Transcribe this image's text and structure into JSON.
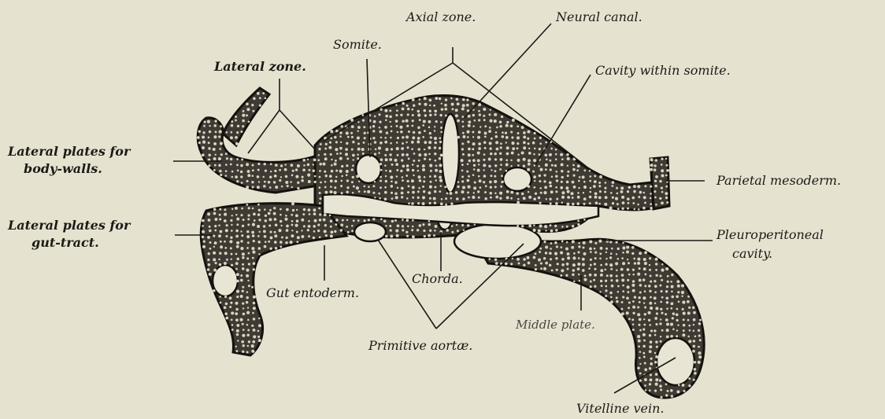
{
  "figure": {
    "background": "#e6e2d0",
    "ink": "#1c1a16",
    "labels": {
      "axial_zone": "Axial zone.",
      "neural_canal": "Neural canal.",
      "somite": "Somite.",
      "lateral_zone": "Lateral zone.",
      "cavity_within_somite": "Cavity within somite.",
      "lateral_plates_body_walls_1": "Lateral plates for",
      "lateral_plates_body_walls_2": "body-walls.",
      "parietal_mesoderm": "Parietal mesoderm.",
      "lateral_plates_gut_tract_1": "Lateral plates for",
      "lateral_plates_gut_tract_2": "gut-tract.",
      "pleuroperitoneal_cavity_1": "Pleuroperitoneal",
      "pleuroperitoneal_cavity_2": "cavity.",
      "gut_entoderm": "Gut entoderm.",
      "chorda": "Chorda.",
      "middle_plate": "Middle plate.",
      "primitive_aortae": "Primitive aortæ.",
      "vitelline_vein": "Vitelline vein."
    }
  }
}
